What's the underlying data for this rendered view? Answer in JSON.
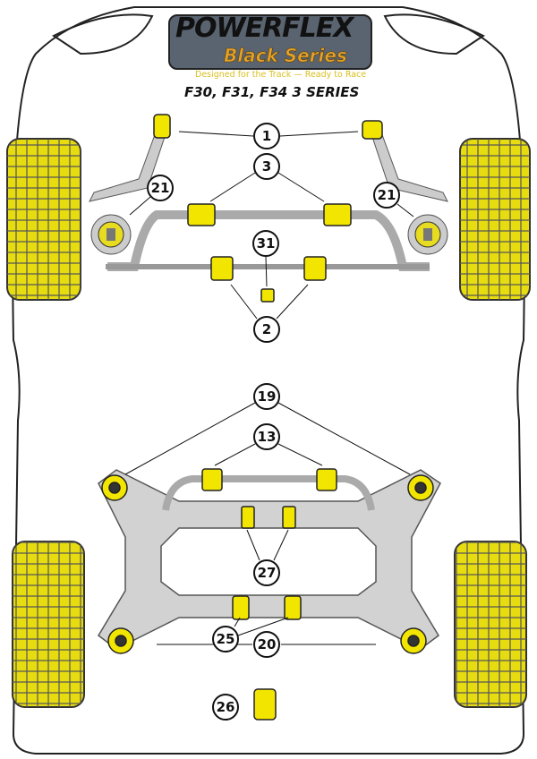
{
  "logo": {
    "brand": "POWERFLEX",
    "series": "Black Series",
    "tagline": "Designed for the Track — Ready to Race"
  },
  "title": "F30, F31, F34 3 SERIES",
  "callouts": [
    "1",
    "3",
    "21",
    "21",
    "31",
    "2",
    "19",
    "13",
    "27",
    "25",
    "20",
    "26"
  ],
  "colors": {
    "bush": "#f2e600",
    "tyre": "#d9d000",
    "frame": "#c9c9c9",
    "outline": "#222222"
  }
}
